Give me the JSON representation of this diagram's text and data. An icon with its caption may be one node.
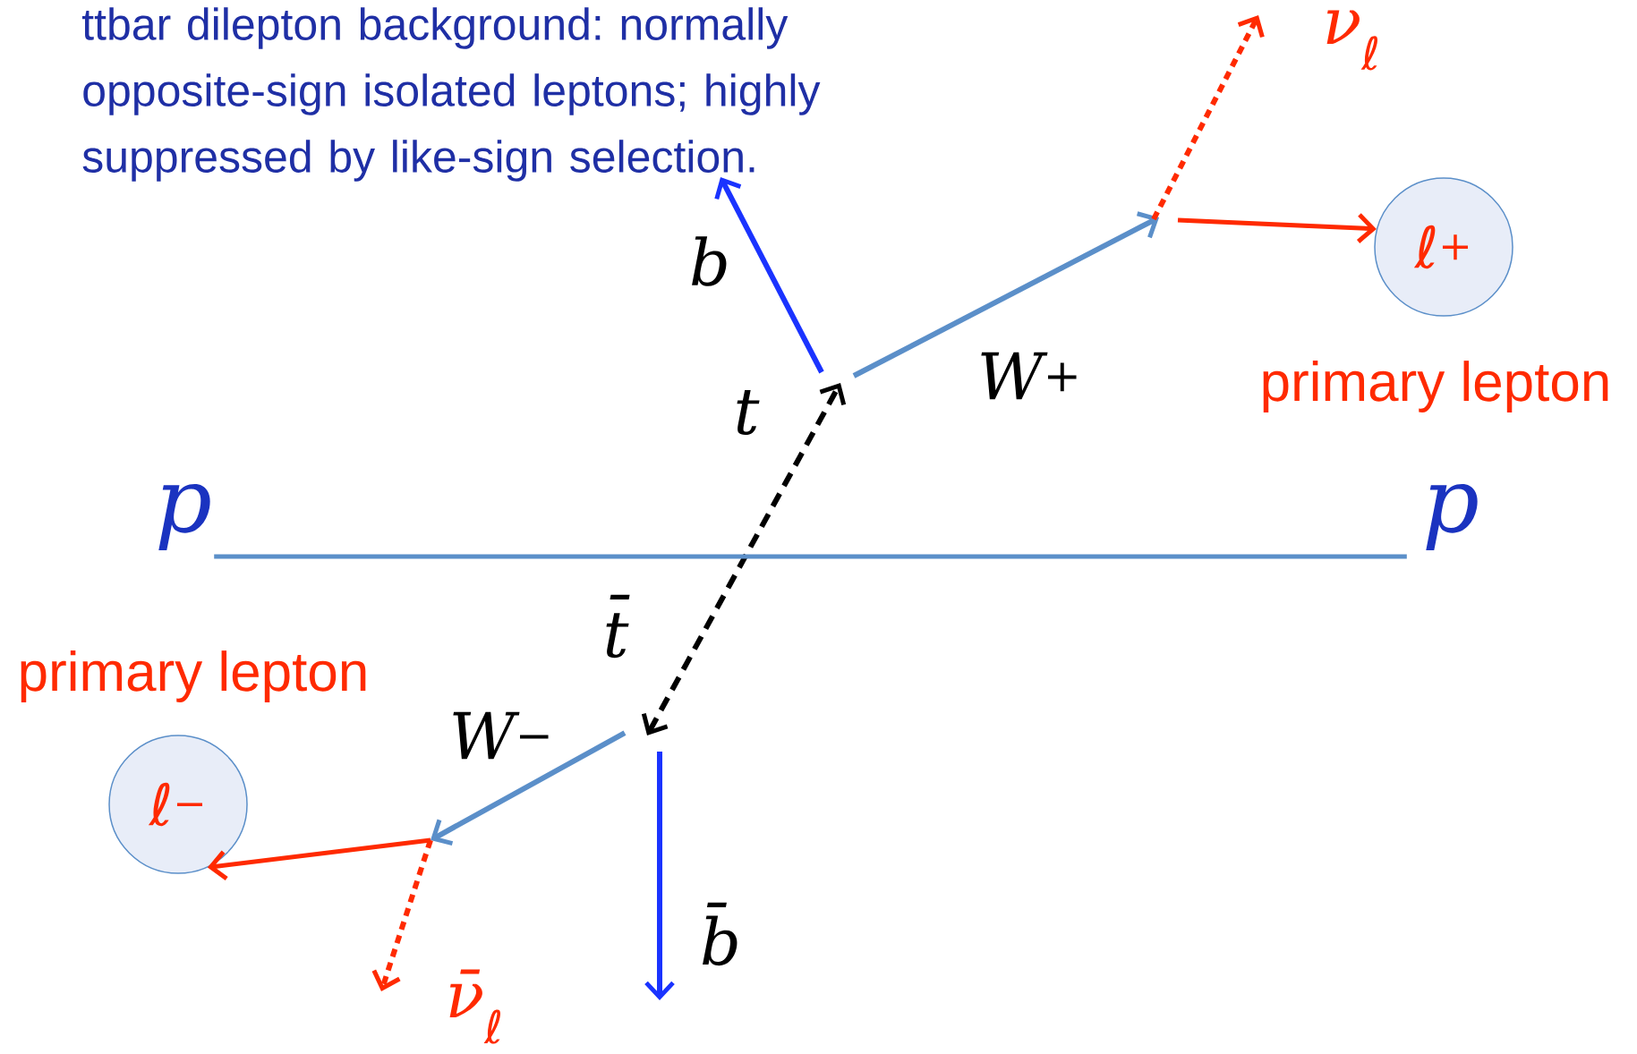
{
  "diagram": {
    "nodes": [
      {
        "text": [
          "ℓ$^{+}$"
        ],
        "beside": [
          "primary lepton"
        ]
      },
      {
        "text": [
          "ℓ$^{−}$"
        ],
        "beside": [
          "primary lepton"
        ]
      },
      {
        "text": [
          "p"
        ]
      },
      {
        "text": [
          "p"
        ]
      }
    ],
    "edges": [
      {
        "from": null,
        "to": 0,
        "arrow": "to"
      },
      {
        "from": null,
        "to": 1,
        "arrow": "to"
      },
      {
        "from": 2,
        "to": 3,
        "arrow": "none",
        "color": "#5b8fc9"
      }
    ],
    "labels": [
      "ttbar dilepton background: normally opposite-sign isolated leptons; highly suppressed by like-sign selection.",
      "b",
      "t",
      "W$^{+}$",
      "ν$_{ℓ}$",
      "t̄",
      "W$^{−}$",
      "b̄",
      "ν̄$_{ℓ}$"
    ]
  }
}
